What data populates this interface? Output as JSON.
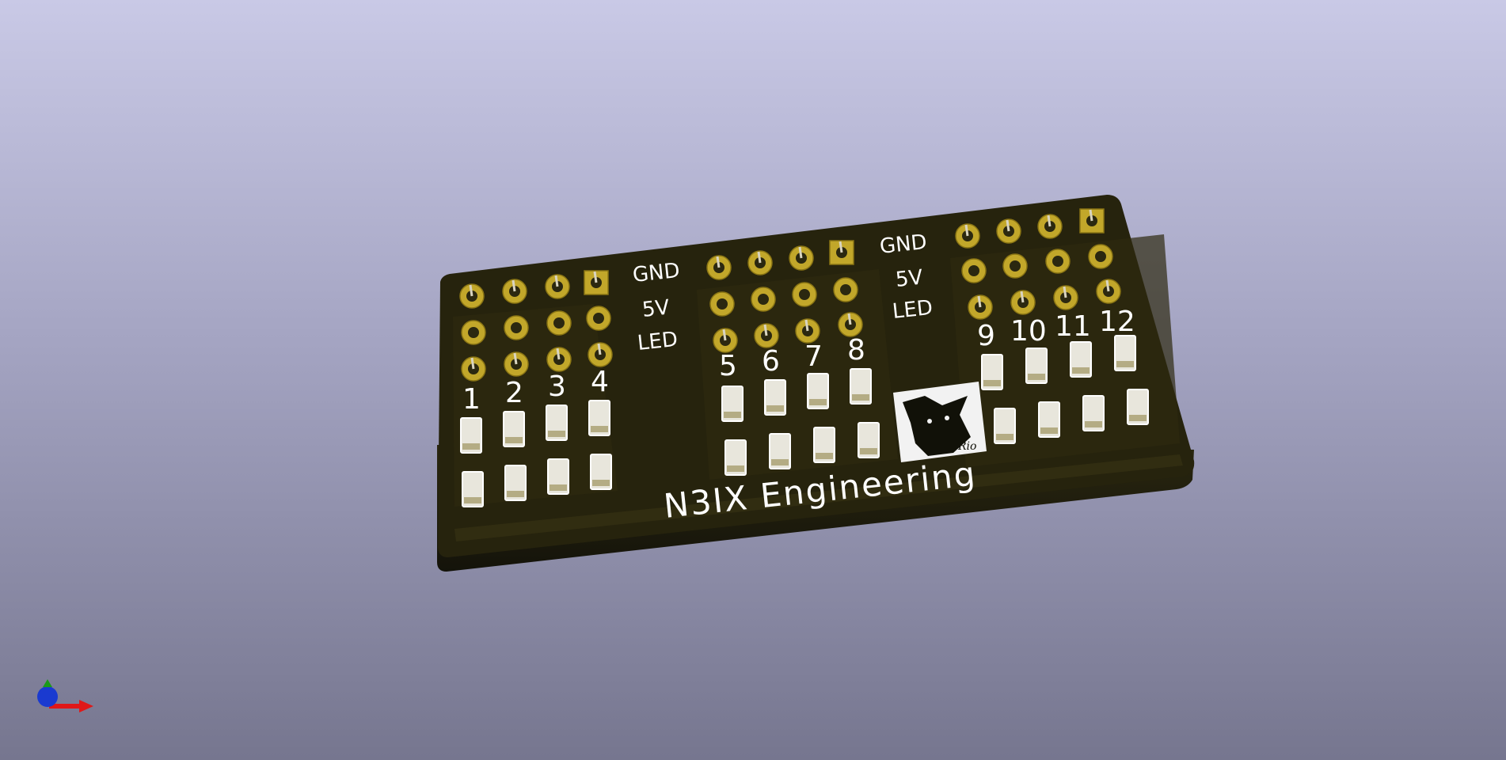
{
  "board": {
    "silkscreen": {
      "header_labels_left": [
        "GND",
        "5V",
        "LED"
      ],
      "header_labels_right": [
        "GND",
        "5V",
        "LED"
      ],
      "channels": [
        "1",
        "2",
        "3",
        "4",
        "5",
        "6",
        "7",
        "8",
        "9",
        "10",
        "11",
        "12"
      ],
      "brand": "N3IX Engineering",
      "logo_text": "Rio"
    }
  },
  "colors": {
    "background_top": "#c9c9e6",
    "background_bottom": "#76768f",
    "board_soldermask": "#26230d",
    "board_edge": "#1a1808",
    "pad_gold": "#c2a72a",
    "silkscreen": "#ffffff"
  },
  "axis_indicator": {
    "axes": [
      "x-axis-red",
      "y-axis-green",
      "z-axis-blue"
    ]
  }
}
